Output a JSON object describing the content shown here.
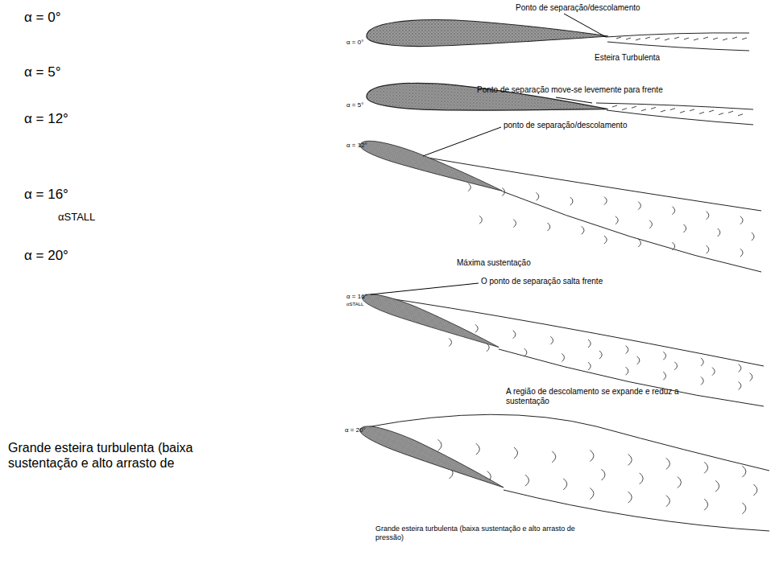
{
  "diagram": {
    "labels": [
      "α = 0°",
      "α = 5°",
      "α = 12°",
      "α = 16°",
      "αSTALL",
      "α = 20°",
      "Grande esteira turbulenta (baixa sustentação e alto arrasto de",
      "Ponto de separação/descolamento",
      "α = 0°",
      "Esteira Turbulenta",
      "Ponto de separação move-se levemente para frente",
      "α = 5°",
      "ponto de separação/descolamento",
      "α = 12°",
      "Máxima sustentação",
      "O ponto de separação salta frente",
      "α = 16°",
      "αSTALL",
      "A região de descolamento se expande e reduz a sustentação",
      "α = 20°",
      "Grande esteira turbulenta (baixa sustentação e alto arrasto de pressão)"
    ]
  }
}
